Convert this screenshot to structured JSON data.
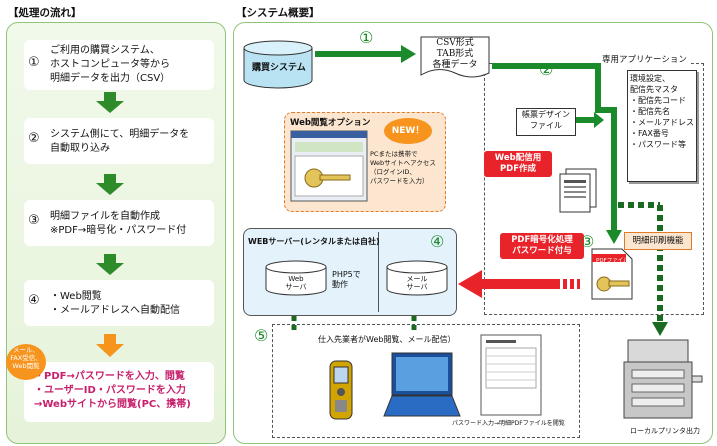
{
  "flow": {
    "title": "【処理の流れ】",
    "steps": [
      {
        "num": "①",
        "text": "ご利用の購買システム、\nホストコンピュータ等から\n明細データを出力（CSV）"
      },
      {
        "num": "②",
        "text": "システム側にて、明細データを\n自動取り込み"
      },
      {
        "num": "③",
        "text": "明細ファイルを自動作成\n※PDF→暗号化・パスワード付"
      },
      {
        "num": "④",
        "text": "・Web閲覧\n・メールアドレスへ自動配信"
      },
      {
        "num": "",
        "text": "・PDF→パスワードを入力、閲覧\n・ユーザーID・パスワードを入力\n→Webサイトから閲覧(PC、携帯)"
      }
    ],
    "badge": "メール、\nFAX受信、\nWeb閲覧"
  },
  "system": {
    "title": "【システム概要】",
    "purchase_system": "購買システム",
    "csv_box": "CSV形式\nTAB形式\n各種データ",
    "app_label": "専用アプリケーション",
    "settings_list": "環境設定、\n配信先マスタ\n・配信先コード\n・配信先名\n・メールアドレス\n・FAX番号\n・パスワード等",
    "form_design": "帳票デザイン\nファイル",
    "web_pdf_label": "Web配信用\nPDF作成",
    "encrypt_label": "PDF暗号化処理\nパスワード付与",
    "pdf_file_tag": "PDFファイル",
    "print_label": "明細印刷機能",
    "web_option_title": "Web閲覧オプション",
    "new_badge": "NEW！",
    "web_option_text": "PCまたは携帯で\nWebサイトへアクセス\n（ログインID、\nパスワードを入力）",
    "web_server_title": "WEBサーバー(レンタルまたは自社)",
    "web_server_cyl": "Web\nサーバ",
    "php_label": "PHP5で\n動作",
    "mail_server_cyl": "メール\nサーバ",
    "supplier_label": "仕入先業者がWeb閲覧、メール配信）",
    "pdf_view_caption": "パスワード入力→明細PDFファイルを閲覧",
    "printer_caption": "ローカルプリンタ出力",
    "num1": "①",
    "num2": "②",
    "num3": "③",
    "num4": "④",
    "num5": "⑤"
  },
  "colors": {
    "green": "#1a8a2a",
    "flow_arrow": "#2e8b2a",
    "orange": "#f7941d",
    "red": "#e8242a",
    "panel_border": "#8fc47a"
  }
}
